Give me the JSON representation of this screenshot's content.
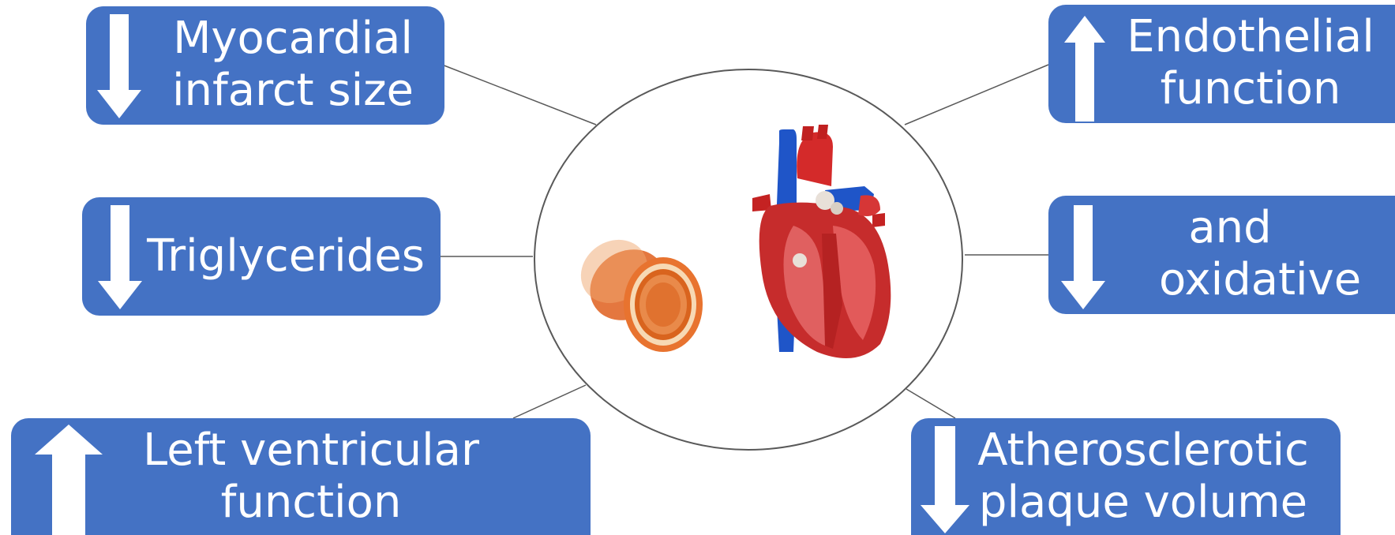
{
  "colors": {
    "box": "#4472c4",
    "text": "#ffffff",
    "line": "#595959"
  },
  "boxes": {
    "myocardial": {
      "direction": "down",
      "line1": "Myocardial",
      "line2": "infarct size"
    },
    "triglycerides": {
      "direction": "down",
      "line1": "Triglycerides"
    },
    "left_ventricular": {
      "direction": "up",
      "line1": "Left ventricular",
      "line2": "function"
    },
    "endothelial": {
      "direction": "up",
      "line1": "Endothelial",
      "line2": "function"
    },
    "oxidative": {
      "direction": "down",
      "line1": "and",
      "line2": "oxidative"
    },
    "atherosclerotic": {
      "direction": "down",
      "line1": "Atherosclerotic",
      "line2": "plaque volume"
    }
  },
  "center": {
    "icons": [
      "artery-icon",
      "heart-icon"
    ]
  }
}
